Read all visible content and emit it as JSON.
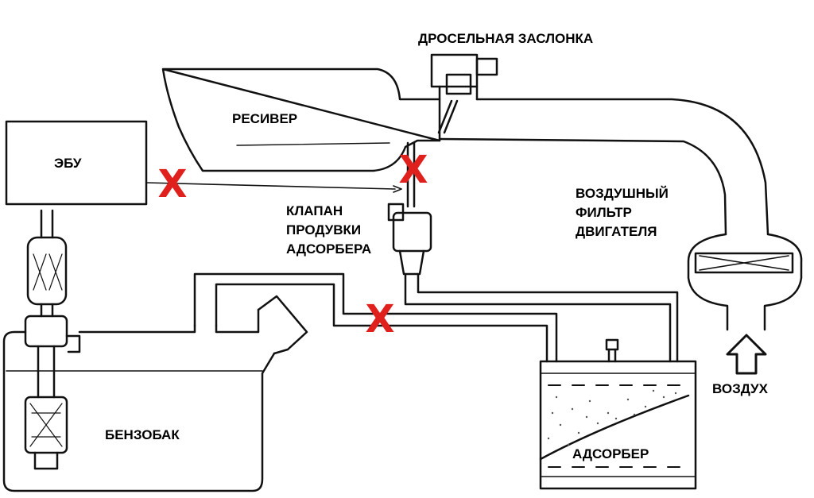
{
  "labels": {
    "throttle": "ДРОСЕЛЬНАЯ ЗАСЛОНКА",
    "receiver": "РЕСИВЕР",
    "ecu": "ЭБУ",
    "purge_valve": [
      "КЛАПАН",
      "ПРОДУВКИ",
      "АДСОРБЕРА"
    ],
    "air_filter": [
      "ВОЗДУШНЫЙ",
      "ФИЛЬТР",
      "ДВИГАТЕЛЯ"
    ],
    "air": "ВОЗДУХ",
    "fuel_tank": "БЕНЗОБАК",
    "adsorber": "АДСОРБЕР"
  },
  "markers": [
    "X",
    "X",
    "X"
  ],
  "colors": {
    "marker": "#e0201c",
    "line": "#111111"
  }
}
